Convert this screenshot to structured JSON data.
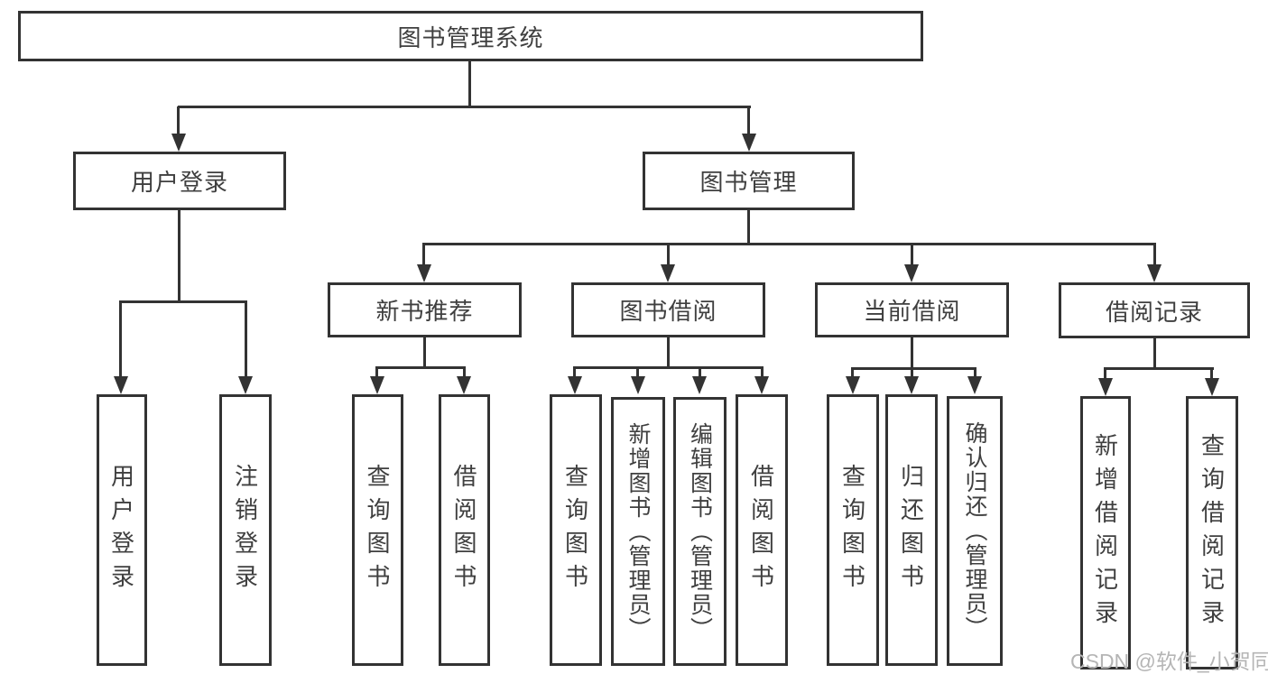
{
  "diagram": {
    "root": {
      "label": "图书管理系统"
    },
    "level2": [
      {
        "label": "用户登录"
      },
      {
        "label": "图书管理"
      }
    ],
    "level3": [
      {
        "label": "新书推荐"
      },
      {
        "label": "图书借阅"
      },
      {
        "label": "当前借阅"
      },
      {
        "label": "借阅记录"
      }
    ],
    "leaves": {
      "user_login": [
        {
          "label": "用户登录"
        },
        {
          "label": "注销登录"
        }
      ],
      "new_book": [
        {
          "label": "查询图书"
        },
        {
          "label": "借阅图书"
        }
      ],
      "borrow": [
        {
          "label": "查询图书"
        },
        {
          "label": "新增图书（管理员）"
        },
        {
          "label": "编辑图书（管理员）"
        },
        {
          "label": "借阅图书"
        }
      ],
      "current": [
        {
          "label": "查询图书"
        },
        {
          "label": "归还图书"
        },
        {
          "label": "确认归还（管理员）"
        }
      ],
      "records": [
        {
          "label": "新增借阅记录"
        },
        {
          "label": "查询借阅记录"
        }
      ]
    },
    "watermark": "CSDN @软件_小贺同学",
    "colors": {
      "line": "#333333",
      "text": "#3f3f3f",
      "watermark": "#b5b5b5",
      "background": "#ffffff"
    }
  }
}
